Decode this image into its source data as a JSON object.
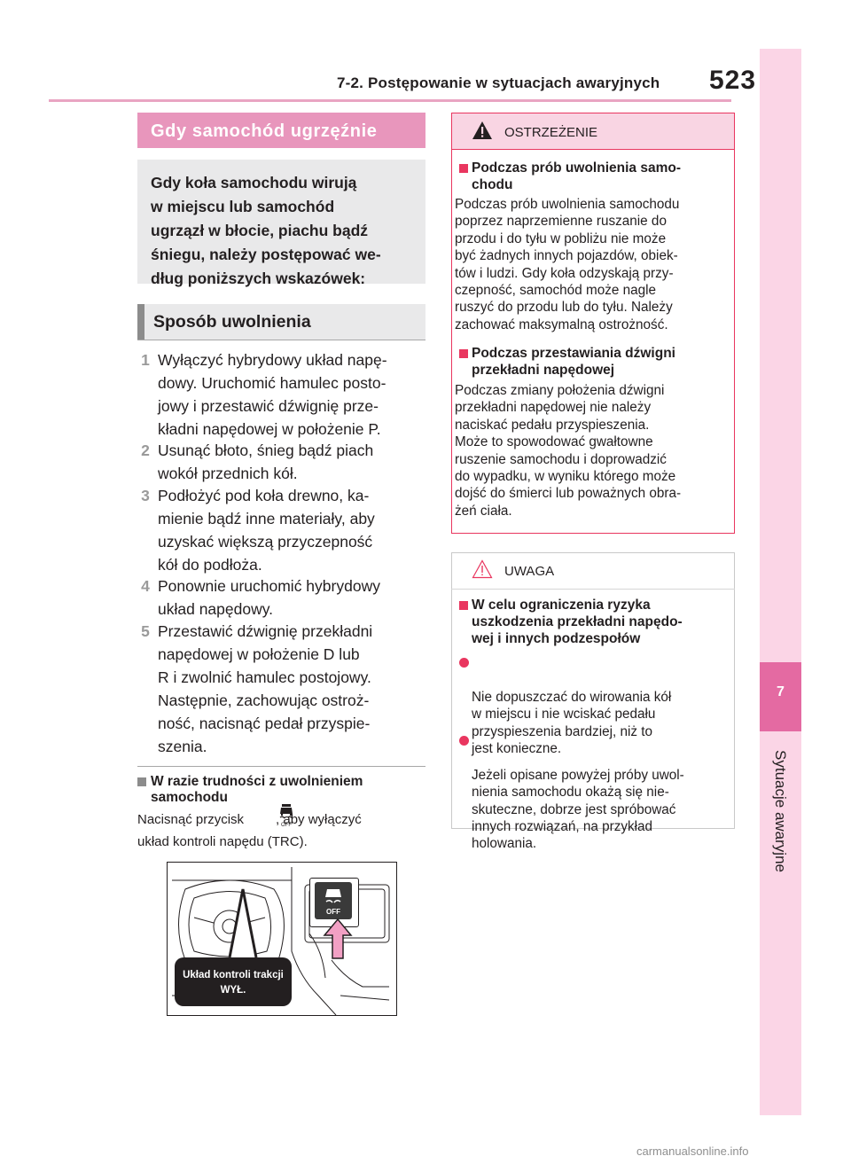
{
  "header": {
    "section_title": "7-2. Postępowanie w sytuacjach awaryjnych",
    "page_number": "523"
  },
  "side_tab": {
    "chapter_number": "7",
    "chapter_label": "Sytuacje awaryjne"
  },
  "left": {
    "section_title": "Gdy samochód ugrzęźnie",
    "intro": "Gdy koła samochodu wirują\nw miejscu lub samochód\nugrzązł w błocie, piachu bądź\nśniegu, należy postępować we-\ndług poniższych wskazówek:",
    "subsection_title": "Sposób uwolnienia",
    "steps": [
      {
        "num": "1",
        "text": "Wyłączyć hybrydowy układ napę-\ndowy. Uruchomić hamulec posto-\njowy i przestawić dźwignię prze-\nkładni napędowej w położenie P."
      },
      {
        "num": "2",
        "text": "Usunąć błoto, śnieg bądź piach\nwokół przednich kół."
      },
      {
        "num": "3",
        "text": "Podłożyć pod koła drewno, ka-\nmienie bądź inne materiały, aby\nuzyskać większą przyczepność\nkół do podłoża."
      },
      {
        "num": "4",
        "text": "Ponownie uruchomić hybrydowy\nukład napędowy."
      },
      {
        "num": "5",
        "text": "Przestawić dźwignię przekładni\nnapędowej w położenie D lub\nR i zwolnić hamulec postojowy.\nNastępnie, zachowując ostroż-\nność, nacisnąć pedał przyspie-\nszenia."
      }
    ],
    "note_heading": "W razie trudności z uwolnieniem\nsamochodu",
    "note_body_before_icon": "Nacisnąć przycisk",
    "note_body_after_icon": ", aby wyłączyć",
    "note_body_line2": "układ kontroli napędu (TRC).",
    "icon_button_label": "OFF",
    "illustration_label_1": "Układ kontroli trakcji",
    "illustration_label_2": "WYŁ.",
    "illustration_button_label": "OFF"
  },
  "warning": {
    "title": "OSTRZEŻENIE",
    "sub1": "Podczas prób uwolnienia samo-\nchodu",
    "para1": "Podczas prób uwolnienia samochodu\npoprzez naprzemienne ruszanie do\nprzodu i do tyłu w pobliżu nie może\nbyć żadnych innych pojazdów, obiek-\ntów i ludzi. Gdy koła odzyskają przy-\nczepność, samochód może nagle\nruszyć do przodu lub do tyłu. Należy\nzachować maksymalną ostrożność.",
    "sub2": "Podczas przestawiania dźwigni\nprzekładni napędowej",
    "para2": "Podczas zmiany położenia dźwigni\nprzekładni napędowej nie należy\nnaciskać pedału przyspieszenia.\nMoże to spowodować gwałtowne\nruszenie samochodu i doprowadzić\ndo wypadku, w wyniku którego może\ndojść do śmierci lub poważnych obra-\nżeń ciała."
  },
  "caution": {
    "title": "UWAGA",
    "sub1": "W celu ograniczenia ryzyka\nuszkodzenia przekładni napędo-\nwej i innych podzespołów",
    "bullet1": "Nie dopuszczać do wirowania kół\nw miejscu i nie wciskać pedału\nprzyspieszenia bardziej, niż to\njest konieczne.",
    "bullet2": "Jeżeli opisane powyżej próby uwol-\nnienia samochodu okażą się nie-\nskuteczne, dobrze jest spróbować\ninnych rozwiązań, na przykład\nholowania."
  },
  "watermark": "carmanualsonline.info"
}
